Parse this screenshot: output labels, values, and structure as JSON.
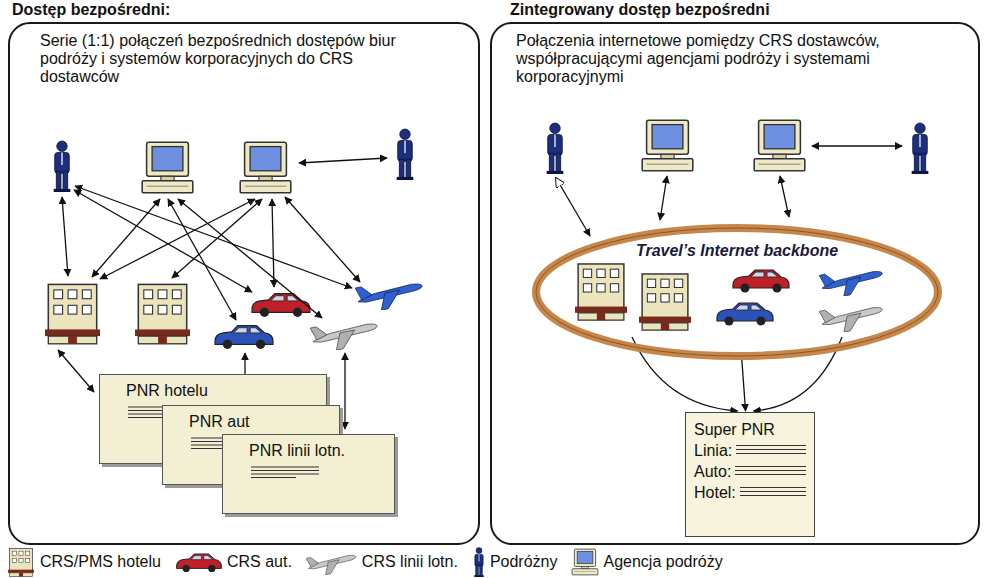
{
  "diagram": {
    "nodes": [
      {
        "text": [
          "Dostęp bezpośredni:",
          "Serie (1:1) połączeń bezpośrednich dostępów biur podróży i systemów korporacyjnych do CRS dostawców"
        ]
      },
      {
        "text": [
          "PNR hotelu"
        ],
        "in": 0
      },
      {
        "text": [
          "PNR aut"
        ],
        "in": 0
      },
      {
        "text": [
          "PNR linii lotn."
        ],
        "in": 0
      },
      {
        "text": [
          "Zintegrowany dostęp bezpośredni",
          "Połączenia internetowe pomiędzy CRS dostawców, współpracującymi agencjami podróży i systemami korporacyjnymi"
        ]
      },
      {
        "text": [
          "Travel’s Internet backbone"
        ],
        "in": 4
      },
      {
        "text": [
          "Super PNR",
          "Linia:",
          "Auto:",
          "Hotel:"
        ],
        "in": 4
      }
    ],
    "edges": [
      {
        "from": 5,
        "to": 6,
        "arrow": "to"
      }
    ],
    "legend": [
      {
        "text": "CRS/PMS hotelu"
      },
      {
        "text": "CRS aut."
      },
      {
        "text": "CRS linii lotn."
      },
      {
        "text": "Podróżny"
      },
      {
        "text": "Agencja podróży"
      }
    ]
  }
}
